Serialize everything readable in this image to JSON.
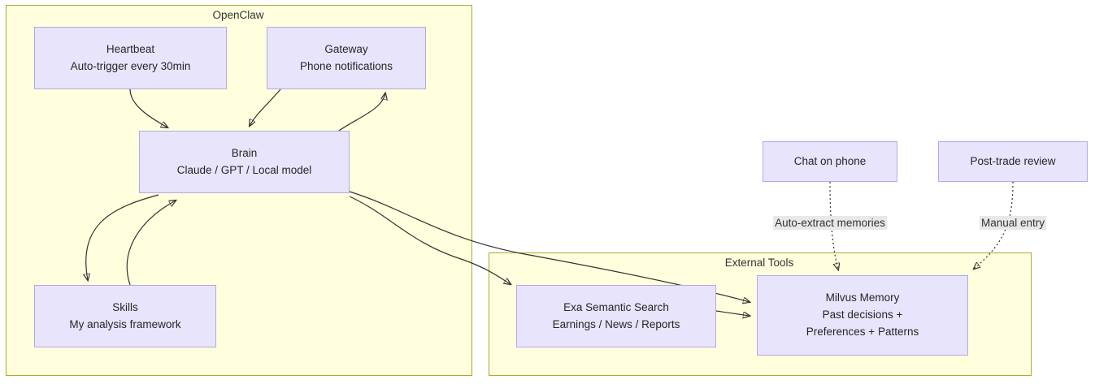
{
  "diagram": {
    "type": "flowchart",
    "title_visible": false,
    "colors": {
      "subgraph_fill": "#ffffde",
      "subgraph_border": "#aaaa33",
      "node_fill": "#e8e4fb",
      "node_border": "#b5a8e8",
      "edge_stroke": "#333333",
      "edge_label_bg": "#e8e8e8",
      "text": "#262626"
    },
    "subgraphs": [
      {
        "id": "openclaw",
        "title": "OpenClaw"
      },
      {
        "id": "external",
        "title": "External Tools"
      }
    ],
    "nodes": [
      {
        "id": "heartbeat",
        "lines": [
          "Heartbeat",
          "Auto-trigger every 30min"
        ]
      },
      {
        "id": "gateway",
        "lines": [
          "Gateway",
          "Phone notifications"
        ]
      },
      {
        "id": "brain",
        "lines": [
          "Brain",
          "Claude / GPT / Local model"
        ]
      },
      {
        "id": "skills",
        "lines": [
          "Skills",
          "My analysis framework"
        ]
      },
      {
        "id": "exa",
        "lines": [
          "Exa Semantic Search",
          "Earnings / News / Reports"
        ]
      },
      {
        "id": "milvus",
        "lines": [
          "Milvus Memory",
          "Past decisions +",
          "Preferences + Patterns"
        ]
      },
      {
        "id": "chat",
        "lines": [
          "Chat on phone"
        ]
      },
      {
        "id": "review",
        "lines": [
          "Post-trade review"
        ]
      }
    ],
    "edges": [
      {
        "from": "heartbeat",
        "to": "brain",
        "label": "",
        "style": "solid"
      },
      {
        "from": "gateway",
        "to": "brain",
        "label": "",
        "style": "solid"
      },
      {
        "from": "brain",
        "to": "gateway",
        "label": "",
        "style": "solid"
      },
      {
        "from": "brain",
        "to": "skills",
        "label": "",
        "style": "solid"
      },
      {
        "from": "skills",
        "to": "brain",
        "label": "",
        "style": "solid"
      },
      {
        "from": "brain",
        "to": "exa",
        "label": "",
        "style": "solid"
      },
      {
        "from": "brain",
        "to": "milvus",
        "label": "",
        "style": "solid"
      },
      {
        "from": "exa",
        "to": "milvus",
        "label": "",
        "style": "solid"
      },
      {
        "from": "chat",
        "to": "milvus",
        "label": "Auto-extract memories",
        "style": "dotted"
      },
      {
        "from": "review",
        "to": "milvus",
        "label": "Manual entry",
        "style": "dotted"
      }
    ],
    "edge_labels": [
      {
        "id": "auto-extract",
        "text": "Auto-extract memories"
      },
      {
        "id": "manual-entry",
        "text": "Manual entry"
      }
    ]
  }
}
